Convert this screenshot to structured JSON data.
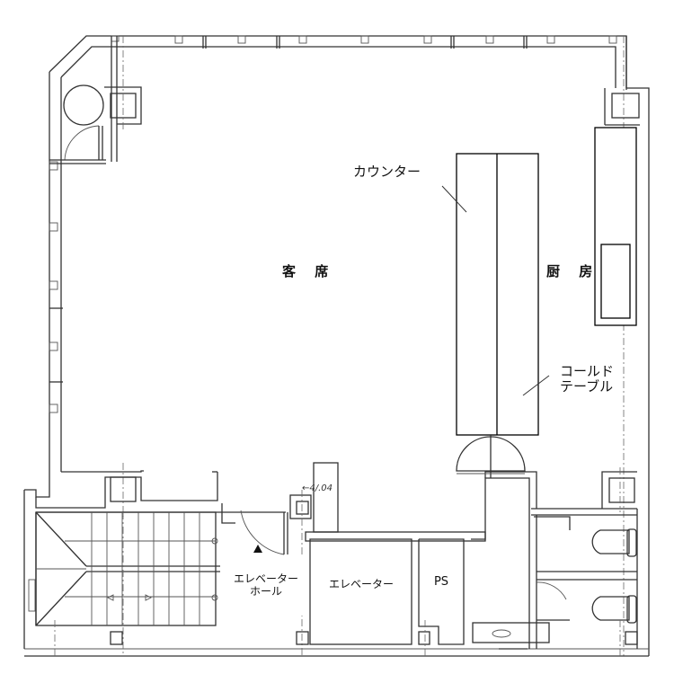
{
  "floor_plan": {
    "rooms": {
      "dining": {
        "label": "客 席"
      },
      "kitchen": {
        "label": "厨 房"
      },
      "elevator_hall": {
        "label_line1": "エレベーター",
        "label_line2": "ホール"
      },
      "elevator": {
        "label": "エレベーター"
      },
      "pipe_space": {
        "label": "PS"
      }
    },
    "fixtures": {
      "counter": {
        "label": "カウンター"
      },
      "cold_table": {
        "label_line1": "コールド",
        "label_line2": "テーブル"
      }
    },
    "annotations": {
      "handwritten_note": "←4/.04",
      "entry_marker": "▲"
    },
    "colors": {
      "line": "#333333",
      "overlay_line": "#000000",
      "background": "#ffffff"
    }
  }
}
